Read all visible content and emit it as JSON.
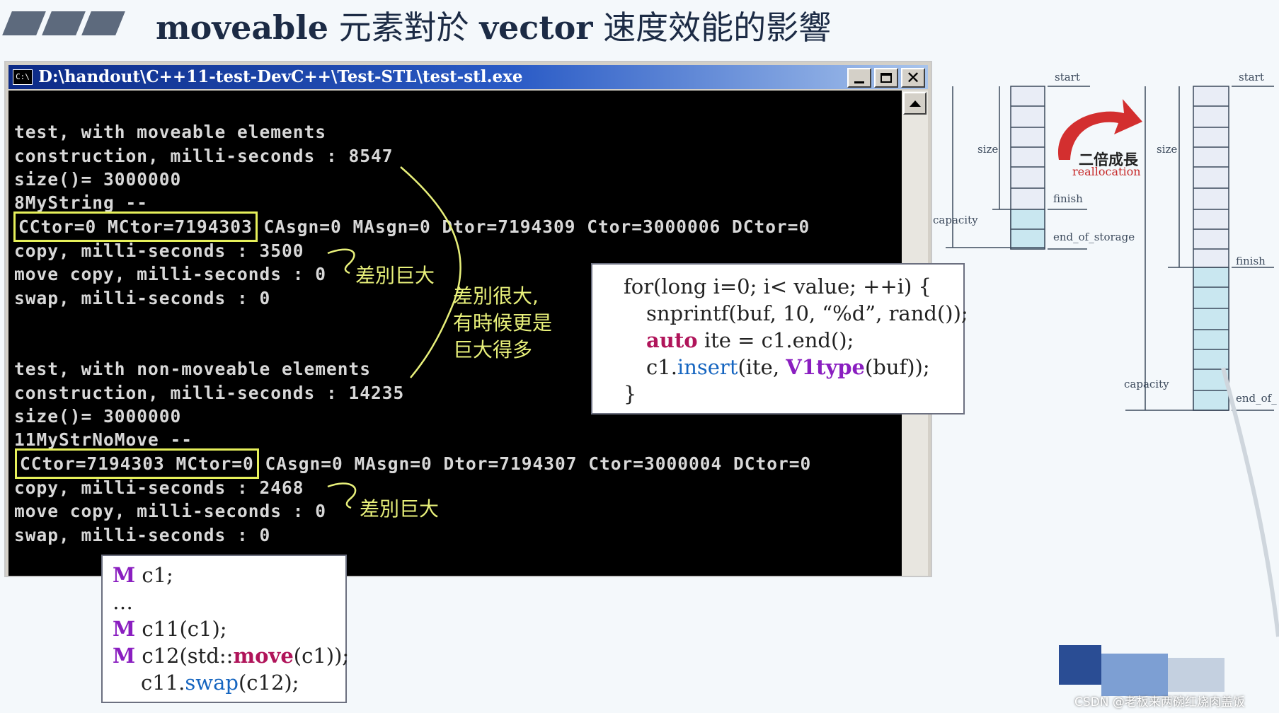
{
  "title": {
    "latin_1": "moveable",
    "zh_1": " 元素對於 ",
    "latin_2": "vector",
    "zh_2": " 速度效能的影響"
  },
  "window": {
    "icon_text": "C:\\",
    "title": "D:\\handout\\C++11-test-DevC++\\Test-STL\\test-stl.exe"
  },
  "console": {
    "lines": [
      "test, with moveable elements",
      "construction, milli-seconds : 8547",
      "size()= 3000000",
      "8MyString --",
      "",
      "copy, milli-seconds : 3500",
      "move copy, milli-seconds : 0",
      "swap, milli-seconds : 0",
      "test, with non-moveable elements",
      "construction, milli-seconds : 14235",
      "size()= 3000000",
      "11MyStrNoMove --",
      "",
      "copy, milli-seconds : 2468",
      "move copy, milli-seconds : 0",
      "swap, milli-seconds : 0"
    ],
    "row1": {
      "boxed": "CCtor=0 MCtor=7194303",
      "rest": " CAsgn=0 MAsgn=0 Dtor=7194309 Ctor=3000006 DCtor=0"
    },
    "row2": {
      "boxed": "CCtor=7194303 MCtor=0",
      "rest": " CAsgn=0 MAsgn=0 Dtor=7194307 Ctor=3000004 DCtor=0"
    }
  },
  "annotations": {
    "diff_huge_1": "差別巨大",
    "diff_big": "差別很大,\n有時候更是\n巨大得多",
    "diff_huge_2": "差別巨大"
  },
  "code_insert": {
    "line1": "for(long i=0; i< value; ++i) {",
    "line2": "snprintf(buf, 10, “%d”, rand());",
    "line3_kw": "auto",
    "line3_rest": " ite = c1.end();",
    "line4_a": "c1.",
    "line4_fn": "insert",
    "line4_b": "(ite, ",
    "line4_type": "V1type",
    "line4_c": "(buf));",
    "line5": "}"
  },
  "code_move": {
    "l1_kw": "M",
    "l1": " c1;",
    "l2": "…",
    "l3_kw": "M",
    "l3": " c11(c1);",
    "l4_kw": "M",
    "l4_a": " c12(std::",
    "l4_fn": "move",
    "l4_b": "(c1));",
    "l5_a": "c11.",
    "l5_fn": "swap",
    "l5_b": "(c12);"
  },
  "diagram": {
    "start_left": "start",
    "size_left": "size",
    "capacity_left": "capacity",
    "finish_left": "finish",
    "end_of_storage": "end_of_storage",
    "realloc_zh": "二倍成長",
    "realloc_en": "reallocation",
    "start_right": "start",
    "size_right": "size",
    "finish_right": "finish",
    "capacity_right": "capacity",
    "end_right": "end_of_"
  },
  "watermark": "CSDN @老板来两碗红烧肉盖饭",
  "colors": {
    "title_text": "#1c2b45",
    "highlight_box": "#e6f05a",
    "annotation": "#e8f07a",
    "console_bg": "#000000",
    "console_text": "#d8d8d8",
    "keyword_purple": "#8a1ec0",
    "keyword_blue": "#1565c0",
    "arrow_red": "#d32f2f",
    "cell_blue": "#c9dff0"
  }
}
